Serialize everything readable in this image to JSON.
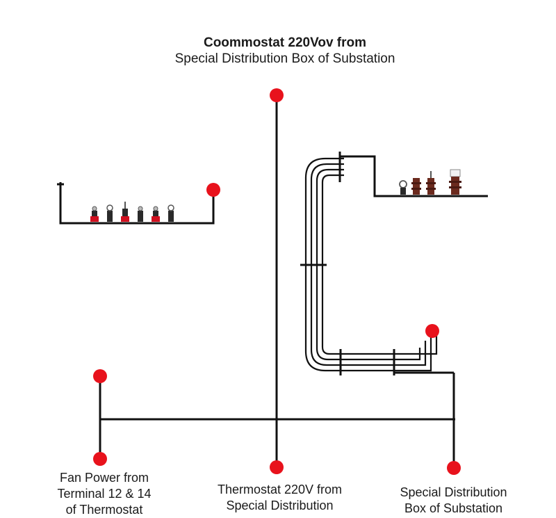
{
  "title": {
    "line1": "Coommostat 220Vov from",
    "line2": "Special Distribution Box of Substation"
  },
  "labels": {
    "fan": [
      "Fan Power from",
      "Terminal 12 & 14",
      "of Thermostat"
    ],
    "thermostat": [
      "Thermostat 220V from",
      "Special Distribution"
    ],
    "special": [
      "Special Distribution",
      "Box of Substation"
    ]
  },
  "colors": {
    "wire": "#111111",
    "node": "#e8121c",
    "terminal_body": "#2a2a2a",
    "terminal_red": "#d01020",
    "insulator": "#6b2a1e",
    "cap": "#f2f2f2"
  },
  "icons": {
    "node": "red-dot-node",
    "terminal": "terminal-post-icon",
    "insulator": "ceramic-insulator-icon"
  }
}
